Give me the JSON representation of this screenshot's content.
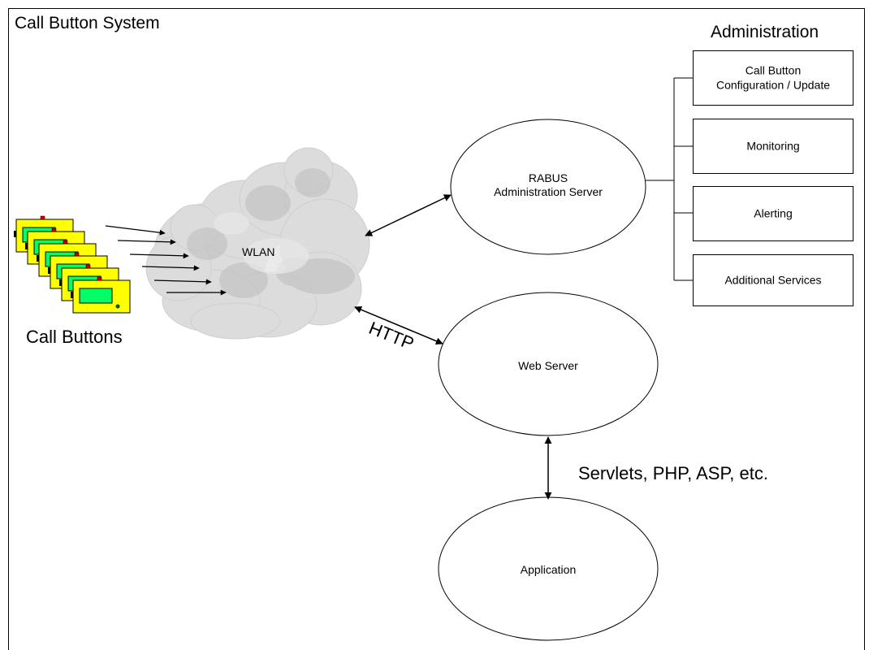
{
  "diagram": {
    "title": "Call Button System",
    "call_buttons_label": "Call Buttons",
    "wlan_label": "WLAN",
    "http_label": "HTTP",
    "servlets_label": "Servlets, PHP, ASP, etc.",
    "admin_server": {
      "line1": "RABUS",
      "line2": "Administration Server"
    },
    "web_server_label": "Web Server",
    "application_label": "Application",
    "administration": {
      "title": "Administration",
      "services": [
        {
          "lines": [
            "Call Button",
            "Configuration / Update"
          ]
        },
        {
          "lines": [
            "Monitoring"
          ]
        },
        {
          "lines": [
            "Alerting"
          ]
        },
        {
          "lines": [
            "Additional Services"
          ]
        }
      ]
    },
    "colors": {
      "device_body": "#ffff00",
      "device_screen": "#00ff66",
      "device_led": "#cc0000",
      "cloud_fill": "#d4d4d4",
      "line": "#000000"
    }
  }
}
